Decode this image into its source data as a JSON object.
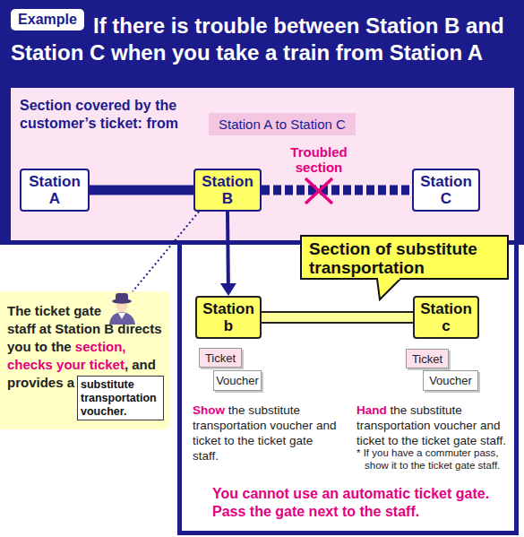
{
  "diagram": {
    "title": "If there is trouble between Station B and Station C when you take a train from Station A",
    "nodes": [
      {
        "text": [
          "Example"
        ]
      },
      {
        "text": [
          "Section covered by the customer’s ticket: from"
        ]
      },
      {
        "text": [
          "Station A to Station C"
        ],
        "in": 1
      },
      {
        "text": [
          "Station A"
        ],
        "in": 1
      },
      {
        "text": [
          "Station B"
        ],
        "in": 1
      },
      {
        "text": [
          "Station C"
        ],
        "in": 1
      },
      {
        "text": [
          "The ticket gate staff at Station B directs you to the",
          "section,",
          "checks your ticket",
          ", and provides a"
        ]
      },
      {
        "text": [
          "substitute transportation voucher."
        ],
        "in": 6
      },
      {
        "text": [
          "You cannot use an automatic ticket gate. Pass the gate next to the staff."
        ]
      },
      {
        "text": [
          "Section of substitute transportation"
        ],
        "in": 8
      },
      {
        "text": [
          "Station b"
        ],
        "in": 8
      },
      {
        "text": [
          "Station c"
        ],
        "in": 8
      },
      {
        "text": [
          "Ticket"
        ],
        "in": 8
      },
      {
        "text": [
          "Voucher"
        ],
        "in": 8
      },
      {
        "text": [
          "Ticket"
        ],
        "in": 8
      },
      {
        "text": [
          "Voucher"
        ],
        "in": 8
      }
    ],
    "edges": [
      {
        "from": 3,
        "to": 4,
        "arrow": "none"
      },
      {
        "from": 4,
        "to": 5,
        "arrow": "none"
      },
      {
        "from": 4,
        "to": 10,
        "arrow": "to"
      },
      {
        "from": 4,
        "to": 6,
        "arrow": "none"
      },
      {
        "from": 10,
        "to": 11,
        "arrow": "none"
      }
    ],
    "labels": [
      "Troubled section",
      "Show",
      "the substitute transportation voucher and ticket to the ticket gate staff.",
      "Hand",
      "the substitute transportation voucher and ticket to the ticket gate staff.",
      "* If you have a commuter pass, show it to the ticket gate staff."
    ]
  }
}
